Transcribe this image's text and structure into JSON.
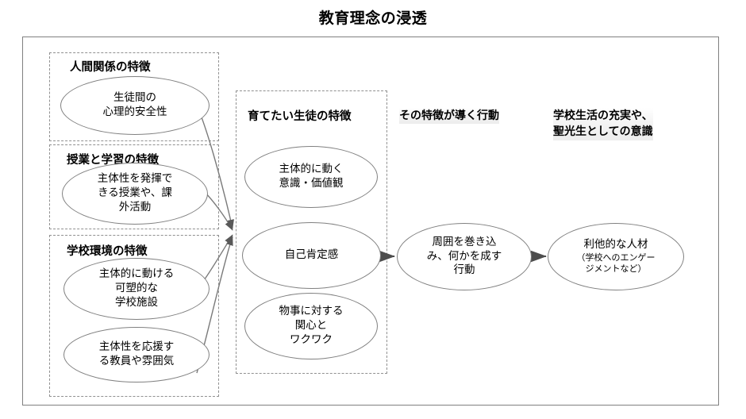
{
  "title": "教育理念の浸透",
  "groups": [
    {
      "id": "human-relations",
      "header": "人間関係の特徴"
    },
    {
      "id": "lesson-learning",
      "header": "授業と学習の特徴"
    },
    {
      "id": "school-environment",
      "header": "学校環境の特徴"
    },
    {
      "id": "target-student",
      "header": "育てたい生徒の特徴"
    }
  ],
  "column_headers": {
    "behavior": "その特徴が導く行動",
    "outcome_line1": "学校生活の充実や、",
    "outcome_line2": "聖光生としての意識"
  },
  "nodes": {
    "safety": {
      "line1": "生徒間の",
      "line2": "心理的安全性"
    },
    "lesson": {
      "line1": "主体性を発揮で",
      "line2": "きる授業や、課",
      "line3": "外活動"
    },
    "facility": {
      "line1": "主体的に動ける",
      "line2": "可塑的な",
      "line3": "学校施設"
    },
    "teacher": {
      "line1": "主体性を応援す",
      "line2": "る教員や雰囲気"
    },
    "mindset": {
      "line1": "主体的に動く",
      "line2": "意識・価値観"
    },
    "self_affirmation": {
      "line1": "自己肯定感"
    },
    "interest": {
      "line1": "物事に対する",
      "line2": "関心と",
      "line3": "ワクワク"
    },
    "action": {
      "line1": "周囲を巻き込",
      "line2": "み、何かを成す",
      "line3": "行動"
    },
    "talent": {
      "line1": "利他的な人材",
      "line2": "（学校へのエンゲー",
      "line3": "ジメントなど）"
    }
  },
  "colors": {
    "frame": "#808080",
    "dashed": "#909090",
    "ellipse_stroke": "#808080",
    "arrow": "#595959",
    "text": "#000000",
    "header_band": "#ededed"
  },
  "connectors": [
    {
      "from": "safety",
      "to": "target-student-group",
      "style": "arrow"
    },
    {
      "from": "lesson",
      "to": "target-student-group",
      "style": "arrow"
    },
    {
      "from": "facility",
      "to": "target-student-group",
      "style": "arrow"
    },
    {
      "from": "teacher",
      "to": "target-student-group",
      "style": "arrow"
    },
    {
      "from": "self_affirmation",
      "to": "action",
      "style": "arrow"
    },
    {
      "from": "action",
      "to": "talent",
      "style": "arrow"
    }
  ]
}
